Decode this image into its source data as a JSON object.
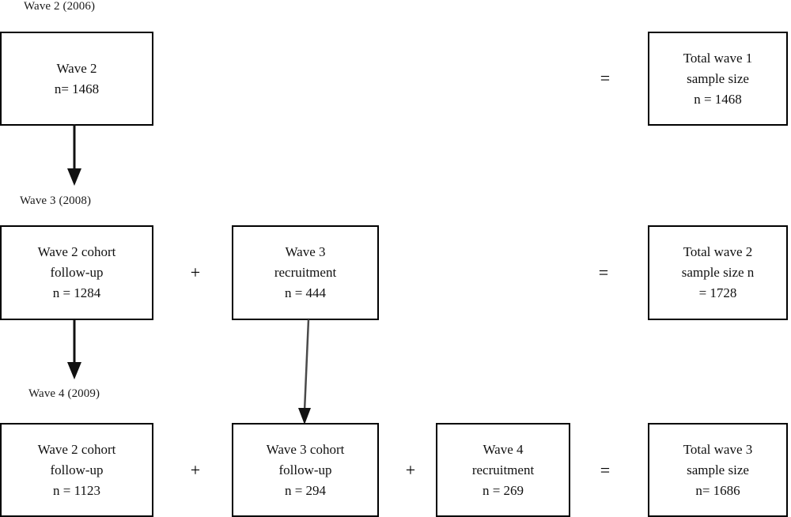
{
  "diagram": {
    "title_labels": [
      {
        "id": "wave2-2006",
        "text": "Wave 2 (2006)"
      },
      {
        "id": "wave3-2008",
        "text": "Wave 3 (2008)"
      },
      {
        "id": "wave4-2009",
        "text": "Wave 4 (2009)"
      }
    ],
    "rows": [
      {
        "id": "row-wave2",
        "boxes": [
          {
            "id": "wave2-box",
            "lines": [
              "Wave 2",
              "n= 1468"
            ]
          },
          {
            "id": "total-wave1-box",
            "lines": [
              "Total wave 1",
              "sample size",
              "n = 1468"
            ]
          }
        ],
        "operators": [
          {
            "id": "equals-row1",
            "symbol": "="
          }
        ]
      },
      {
        "id": "row-wave3",
        "boxes": [
          {
            "id": "wave2-cohort-followup-box",
            "lines": [
              "Wave 2 cohort",
              "follow-up",
              "n = 1284"
            ]
          },
          {
            "id": "wave3-recruitment-box",
            "lines": [
              "Wave 3",
              "recruitment",
              "n = 444"
            ]
          },
          {
            "id": "total-wave2-box",
            "lines": [
              "Total wave 2",
              "sample size  n",
              "= 1728"
            ]
          }
        ],
        "operators": [
          {
            "id": "plus-row2",
            "symbol": "+"
          },
          {
            "id": "equals-row2",
            "symbol": "="
          }
        ]
      },
      {
        "id": "row-wave4",
        "boxes": [
          {
            "id": "wave2-cohort-followup-box-2",
            "lines": [
              "Wave 2 cohort",
              "follow-up",
              "n = 1123"
            ]
          },
          {
            "id": "wave3-cohort-followup-box",
            "lines": [
              "Wave 3 cohort",
              "follow-up",
              "n = 294"
            ]
          },
          {
            "id": "wave4-recruitment-box",
            "lines": [
              "Wave 4",
              "recruitment",
              "n = 269"
            ]
          },
          {
            "id": "total-wave3-box",
            "lines": [
              "Total wave 3",
              "sample size",
              "n= 1686"
            ]
          }
        ],
        "operators": [
          {
            "id": "plus-row3-a",
            "symbol": "+"
          },
          {
            "id": "plus-row3-b",
            "symbol": "+"
          },
          {
            "id": "equals-row3",
            "symbol": "="
          }
        ]
      }
    ],
    "connectors": [
      {
        "id": "arrow-wave2-to-wave2cohort",
        "from": "wave2-box",
        "to": "wave2-cohort-followup-box"
      },
      {
        "id": "arrow-wave2cohort-to-wave2cohort2",
        "from": "wave2-cohort-followup-box",
        "to": "wave2-cohort-followup-box-2"
      },
      {
        "id": "arrow-wave3recruitment-to-wave3cohort",
        "from": "wave3-recruitment-box",
        "to": "wave3-cohort-followup-box"
      }
    ],
    "colors": {
      "background": "#ffffff",
      "box_border": "#000000",
      "text": "#000000",
      "connector": "#1a1a1a"
    }
  }
}
